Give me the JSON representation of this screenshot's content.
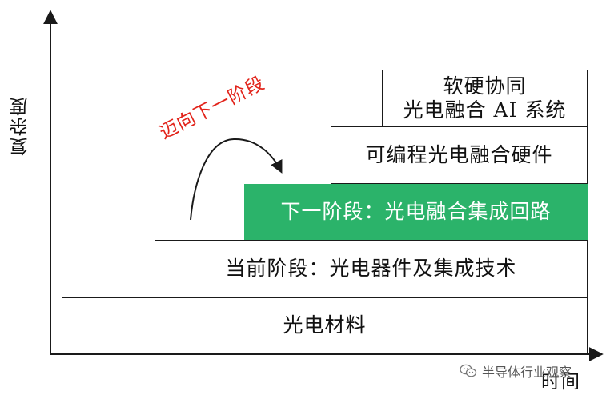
{
  "diagram": {
    "axis_y_label": "复杂度",
    "axis_x_label": "时间",
    "arrow_caption": "迈向下一阶段",
    "steps": [
      {
        "label": "光电材料"
      },
      {
        "label": "当前阶段：光电器件及集成技术"
      },
      {
        "label": "下一阶段：光电融合集成回路",
        "highlight": true
      },
      {
        "label": "可编程光电融合硬件"
      },
      {
        "label_line1": "软硬协同",
        "label_line2": "光电融合 AI 系统"
      }
    ],
    "colors": {
      "highlight": "#2bb36a",
      "arrow_caption": "#e2231a",
      "line": "#1a1a1a"
    }
  },
  "watermark": {
    "icon": "wechat-icon",
    "text": "半导体行业观察"
  }
}
